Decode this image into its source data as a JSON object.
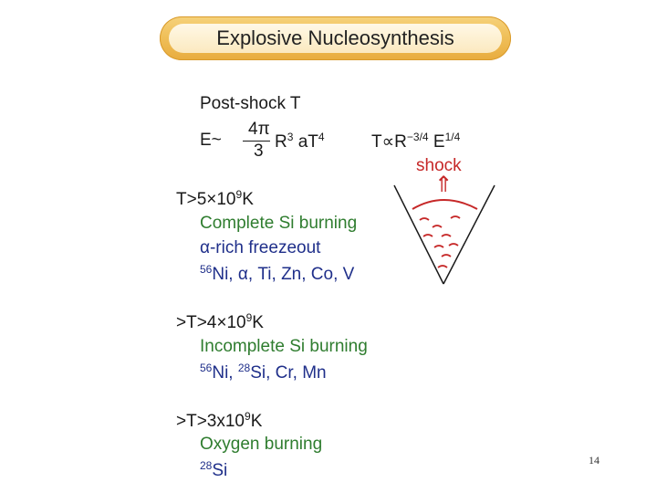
{
  "title": "Explosive Nucleosynthesis",
  "formulas": {
    "post_shock": "Post-shock   T",
    "energy_prefix": "E~",
    "frac_num": "4π",
    "frac_den": "3",
    "energy_rest_r": "R",
    "energy_rest_r_exp": "3",
    "energy_rest_at": " aT",
    "energy_rest_at_exp": "4",
    "temp_prefix": "T∝R",
    "temp_r_exp": "−3/4",
    "temp_e": " E",
    "temp_e_exp": "1/4"
  },
  "diagram": {
    "shock_label": "shock",
    "arrow_glyph": "⇑"
  },
  "sections": [
    {
      "condition_prefix": "T>5×10",
      "condition_exp": "9",
      "condition_unit": "K",
      "lines": [
        "Complete Si burning",
        "α-rich freezeout"
      ],
      "products_sup": "56",
      "products_text": "Ni, α, Ti, Zn, Co, V"
    },
    {
      "condition_prefix": ">T>4×10",
      "condition_exp": "9",
      "condition_unit": "K",
      "lines": [
        "Incomplete Si burning"
      ],
      "products_sup": "56",
      "products_text": "Ni, ",
      "products_sup2": "28",
      "products_text2": "Si, Cr, Mn"
    },
    {
      "condition_prefix": ">T>3x10",
      "condition_exp": "9",
      "condition_unit": "K",
      "lines": [
        "Oxygen burning"
      ],
      "products_sup": "28",
      "products_text": "Si"
    }
  ],
  "slide_number": "14",
  "colors": {
    "title_gold": "#f0c05a",
    "green_text": "#2f7d2f",
    "blue_text": "#1f2f8a",
    "red_text": "#c62828"
  }
}
